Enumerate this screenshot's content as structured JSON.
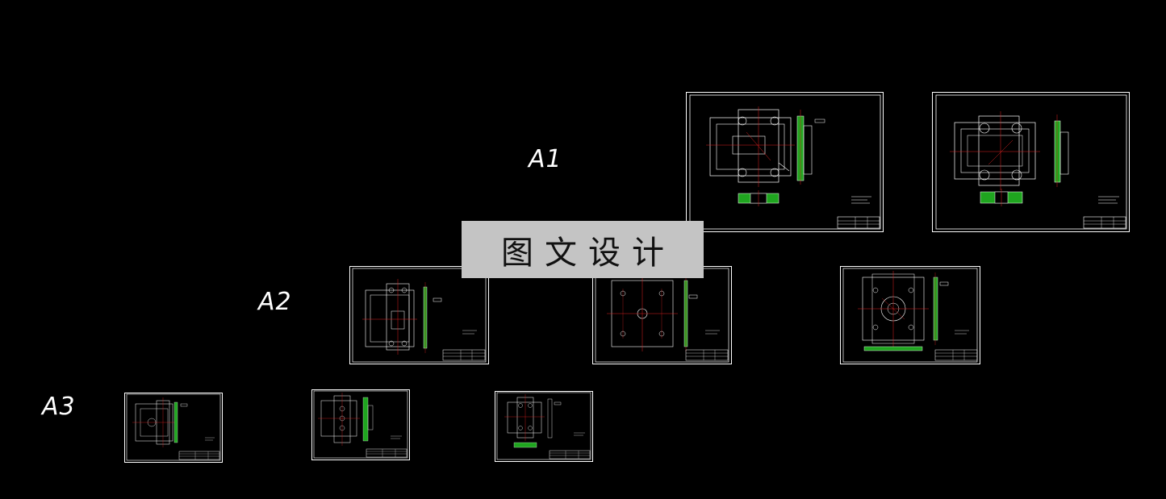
{
  "sheet_size_labels": {
    "a1": "A1",
    "a2": "A2",
    "a3": "A3"
  },
  "watermark": {
    "text": "图文设计"
  },
  "colors": {
    "background": "#000000",
    "drawing_line": "#ffffff",
    "center_line": "#e02020",
    "hatch_fill": "#1fa51f",
    "dimension_line": "#ffffff",
    "watermark_bg": "#c4c4c4"
  },
  "drawings": {
    "a1": [
      "sheet-a1-1",
      "sheet-a1-2"
    ],
    "a2": [
      "sheet-a2-1",
      "sheet-a2-2",
      "sheet-a2-3"
    ],
    "a3": [
      "sheet-a3-1",
      "sheet-a3-2",
      "sheet-a3-3"
    ]
  }
}
